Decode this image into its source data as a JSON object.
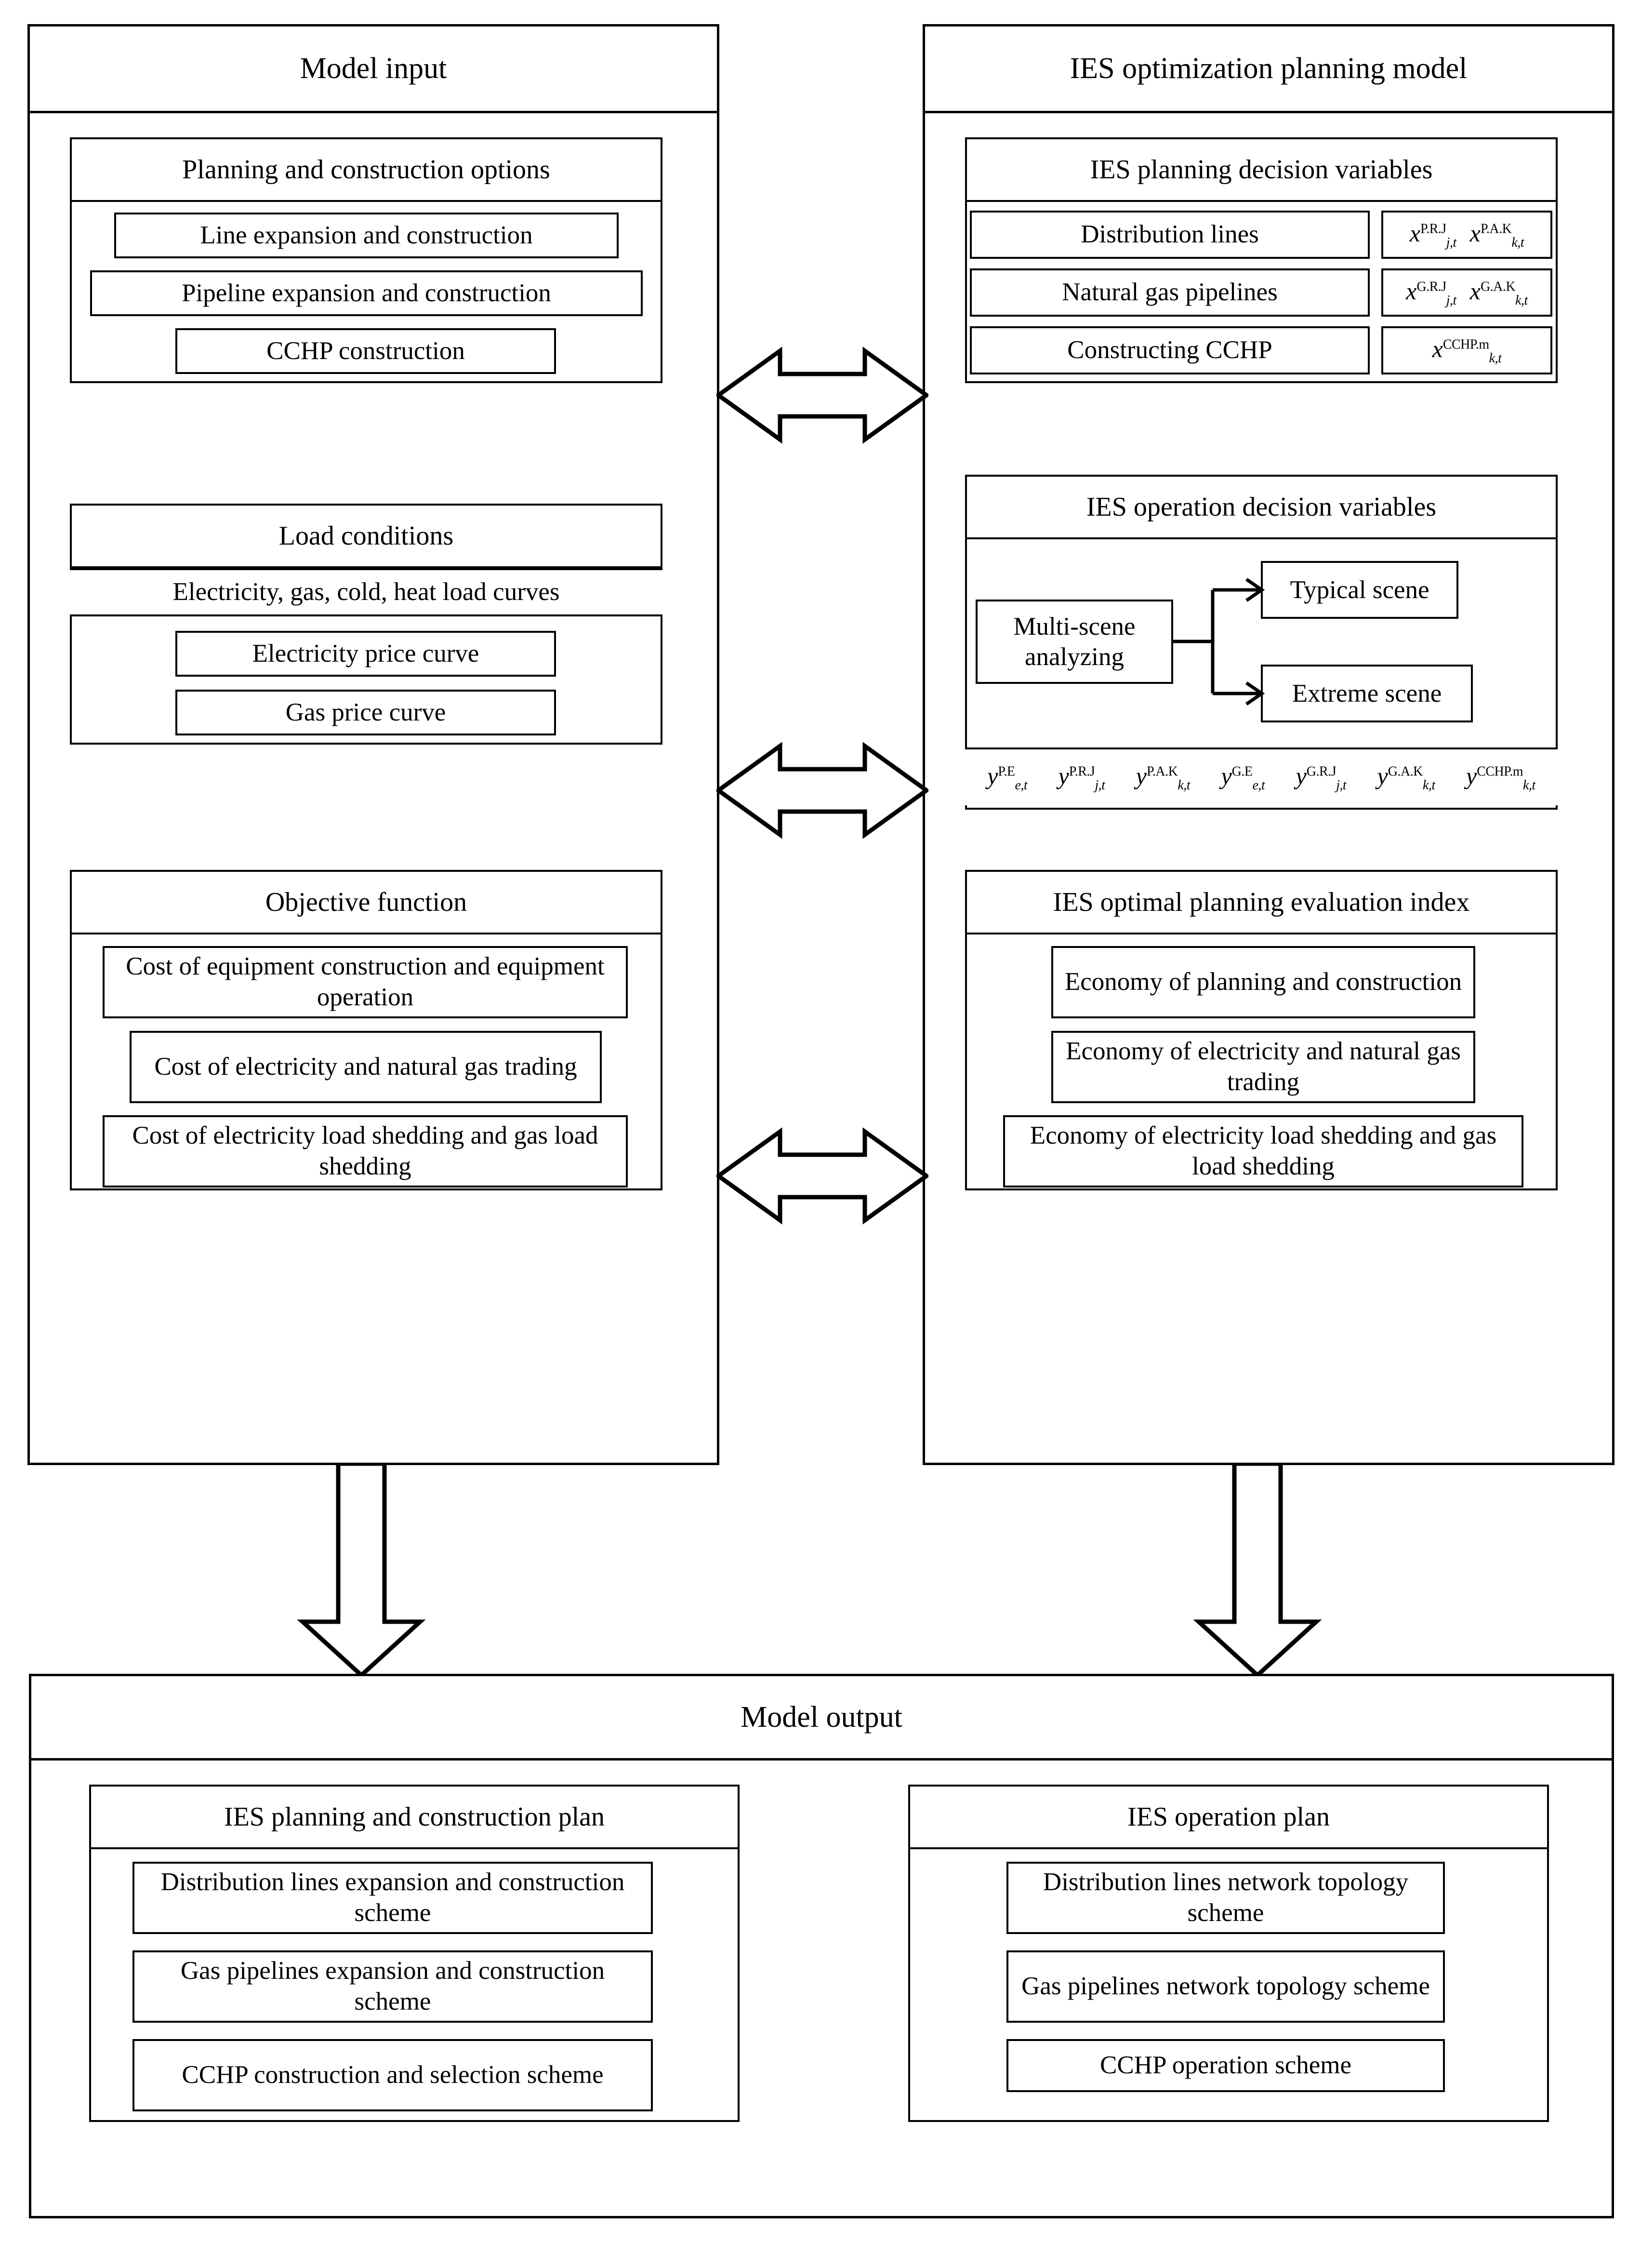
{
  "left_column": {
    "title": "Model input",
    "groups": [
      {
        "title": "Planning and construction options",
        "items": [
          "Line expansion and construction",
          "Pipeline expansion and construction",
          "CCHP construction"
        ]
      },
      {
        "title": "Load conditions",
        "items": [
          "Electricity, gas, cold, heat load curves",
          "Electricity price curve",
          "Gas price curve"
        ]
      },
      {
        "title": "Objective function",
        "items": [
          "Cost of equipment construction and equipment operation",
          "Cost of electricity and natural gas trading",
          "Cost of electricity load shedding and  gas load shedding"
        ]
      }
    ]
  },
  "right_column": {
    "title": "IES optimization planning model",
    "planning_decision": {
      "title": "IES planning decision variables",
      "rows": [
        {
          "label": "Distribution lines",
          "vars": [
            {
              "base": "x",
              "sup": "P.R.J",
              "sub": "j,t"
            },
            {
              "base": "x",
              "sup": "P.A.K",
              "sub": "k,t"
            }
          ]
        },
        {
          "label": "Natural gas pipelines",
          "vars": [
            {
              "base": "x",
              "sup": "G.R.J",
              "sub": "j,t"
            },
            {
              "base": "x",
              "sup": "G.A.K",
              "sub": "k,t"
            }
          ]
        },
        {
          "label": "Constructing CCHP",
          "vars": [
            {
              "base": "x",
              "sup": "CCHP.m",
              "sub": "k,t"
            }
          ]
        }
      ]
    },
    "operation_decision": {
      "title": "IES operation decision variables",
      "source": "Multi-scene analyzing",
      "targets": [
        "Typical scene",
        "Extreme scene"
      ],
      "vars": [
        {
          "base": "y",
          "sup": "P.E",
          "sub": "e,t"
        },
        {
          "base": "y",
          "sup": "P.R.J",
          "sub": "j,t"
        },
        {
          "base": "y",
          "sup": "P.A.K",
          "sub": "k,t"
        },
        {
          "base": "y",
          "sup": "G.E",
          "sub": "e,t"
        },
        {
          "base": "y",
          "sup": "G.R.J",
          "sub": "j,t"
        },
        {
          "base": "y",
          "sup": "G.A.K",
          "sub": "k,t"
        },
        {
          "base": "y",
          "sup": "CCHP.m",
          "sub": "k,t"
        }
      ]
    },
    "evaluation_index": {
      "title": "IES optimal planning evaluation index",
      "items": [
        "Economy of planning and construction",
        "Economy of electricity and natural gas trading",
        "Economy of electricity load shedding and gas load shedding"
      ]
    }
  },
  "output": {
    "title": "Model output",
    "groups": [
      {
        "title": "IES planning and construction plan",
        "items": [
          "Distribution lines expansion and construction scheme",
          "Gas pipelines expansion and construction scheme",
          "CCHP construction and selection scheme"
        ]
      },
      {
        "title": "IES operation plan",
        "items": [
          "Distribution lines network topology scheme",
          "Gas pipelines network topology scheme",
          "CCHP operation scheme"
        ]
      }
    ]
  },
  "connectors": {
    "bidirectional_arrows": 3,
    "down_arrows": 2
  }
}
